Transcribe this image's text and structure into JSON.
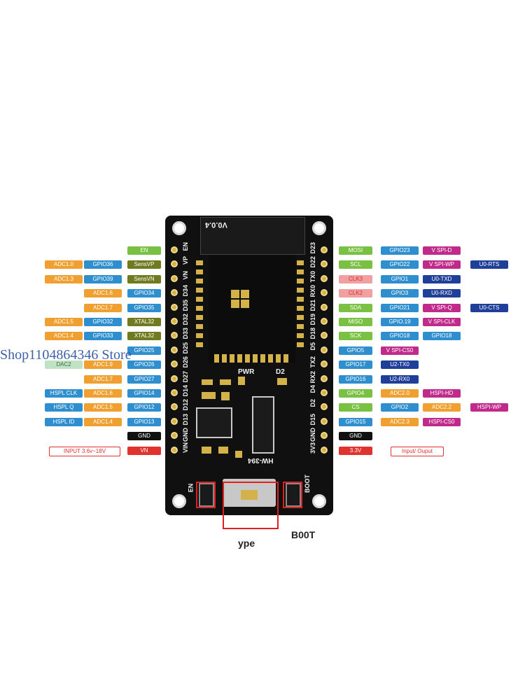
{
  "board": {
    "version": "V0.0.4",
    "model": "HW-394",
    "pwr_label": "PWR",
    "d2_label": "D2",
    "en_label": "EN",
    "boot_label": "BOOT",
    "left_pins": [
      "EN",
      "VP",
      "VN",
      "D34",
      "D35",
      "D32",
      "D33",
      "D25",
      "D26",
      "D27",
      "D14",
      "D12",
      "D13",
      "GND",
      "VIN"
    ],
    "right_pins": [
      "D23",
      "D22",
      "TX0",
      "RX0",
      "D21",
      "D19",
      "D18",
      "D5",
      "TX2",
      "RX2",
      "D4",
      "D2",
      "D15",
      "GND",
      "3V3"
    ]
  },
  "captions": {
    "usb": "ype",
    "boot": "B00T"
  },
  "watermark": "Shop1104864346 Store",
  "colors": {
    "green": "#7ac143",
    "blue": "#2f8fce",
    "orange": "#f0a030",
    "olive": "#6f7b1e",
    "red": "#e0322e",
    "pink": "#f0a0a0",
    "magenta": "#c02a8a",
    "navy": "#1f3f99",
    "mint": "#bfe3c4",
    "black": "#111111"
  },
  "left_labels": [
    {
      "row": 0,
      "cells": [
        {
          "col": 2,
          "text": "EN",
          "color": "green"
        }
      ]
    },
    {
      "row": 1,
      "cells": [
        {
          "col": 0,
          "text": "ADC1.0",
          "color": "orange"
        },
        {
          "col": 1,
          "text": "GPIO36",
          "color": "blue"
        },
        {
          "col": 2,
          "text": "SensVP",
          "color": "olive"
        }
      ]
    },
    {
      "row": 2,
      "cells": [
        {
          "col": 0,
          "text": "ADC1.3",
          "color": "orange"
        },
        {
          "col": 1,
          "text": "GPIO39",
          "color": "blue"
        },
        {
          "col": 2,
          "text": "SensVN",
          "color": "olive"
        }
      ]
    },
    {
      "row": 3,
      "cells": [
        {
          "col": 1,
          "text": "ADC1.6",
          "color": "orange"
        },
        {
          "col": 2,
          "text": "GPIO34",
          "color": "blue"
        }
      ]
    },
    {
      "row": 4,
      "cells": [
        {
          "col": 1,
          "text": "ADC1.7",
          "color": "orange"
        },
        {
          "col": 2,
          "text": "GPIO35",
          "color": "blue"
        }
      ]
    },
    {
      "row": 5,
      "cells": [
        {
          "col": 0,
          "text": "ADC1.5",
          "color": "orange"
        },
        {
          "col": 1,
          "text": "GPIO32",
          "color": "blue"
        },
        {
          "col": 2,
          "text": "XTAL32",
          "color": "olive"
        }
      ]
    },
    {
      "row": 6,
      "cells": [
        {
          "col": 0,
          "text": "ADC1.4",
          "color": "orange"
        },
        {
          "col": 1,
          "text": "GPIO33",
          "color": "blue"
        },
        {
          "col": 2,
          "text": "XTAL32",
          "color": "olive"
        }
      ]
    },
    {
      "row": 7,
      "cells": [
        {
          "col": 2,
          "text": "GPIO25",
          "color": "blue"
        }
      ]
    },
    {
      "row": 8,
      "cells": [
        {
          "col": 0,
          "text": "DAC2",
          "color": "mint"
        },
        {
          "col": 1,
          "text": "ADC1.9",
          "color": "orange"
        },
        {
          "col": 2,
          "text": "GPIO26",
          "color": "blue"
        }
      ]
    },
    {
      "row": 9,
      "cells": [
        {
          "col": 1,
          "text": "ADC1.7",
          "color": "orange"
        },
        {
          "col": 2,
          "text": "GPIO27",
          "color": "blue"
        }
      ]
    },
    {
      "row": 10,
      "cells": [
        {
          "col": 0,
          "text": "HSPL CLK",
          "color": "blue"
        },
        {
          "col": 1,
          "text": "ADC1.6",
          "color": "orange"
        },
        {
          "col": 2,
          "text": "GPIO14",
          "color": "blue"
        }
      ]
    },
    {
      "row": 11,
      "cells": [
        {
          "col": 0,
          "text": "HSPL Q",
          "color": "blue"
        },
        {
          "col": 1,
          "text": "ADC1.5",
          "color": "orange"
        },
        {
          "col": 2,
          "text": "GPIO12",
          "color": "blue"
        }
      ]
    },
    {
      "row": 12,
      "cells": [
        {
          "col": 0,
          "text": "HSPL ID",
          "color": "blue"
        },
        {
          "col": 1,
          "text": "ADC1.4",
          "color": "orange"
        },
        {
          "col": 2,
          "text": "GPIO13",
          "color": "blue"
        }
      ]
    },
    {
      "row": 13,
      "cells": [
        {
          "col": 2,
          "text": "GND",
          "color": "black"
        }
      ]
    },
    {
      "row": 14,
      "cells": [
        {
          "col": "wide",
          "text": "INPUT  3.6v~18V",
          "color": "red"
        },
        {
          "col": 2,
          "text": "VN",
          "color": "red"
        }
      ]
    }
  ],
  "right_labels": [
    {
      "row": 0,
      "cells": [
        {
          "col": 0,
          "text": "MOSI",
          "color": "green"
        },
        {
          "col": 1,
          "text": "GPIO23",
          "color": "blue"
        },
        {
          "col": 2,
          "text": "V SPI-D",
          "color": "magenta"
        }
      ]
    },
    {
      "row": 1,
      "cells": [
        {
          "col": 0,
          "text": "SCL",
          "color": "green"
        },
        {
          "col": 1,
          "text": "GPIO22",
          "color": "blue"
        },
        {
          "col": 2,
          "text": "V SPI-WP",
          "color": "magenta"
        },
        {
          "col": 3,
          "text": "U0-RTS",
          "color": "navy"
        }
      ]
    },
    {
      "row": 2,
      "cells": [
        {
          "col": 0,
          "text": "CLK3",
          "color": "pink"
        },
        {
          "col": 1,
          "text": "GPIO1",
          "color": "blue"
        },
        {
          "col": 2,
          "text": "U0-TXD",
          "color": "navy"
        }
      ]
    },
    {
      "row": 3,
      "cells": [
        {
          "col": 0,
          "text": "CLK2",
          "color": "pink"
        },
        {
          "col": 1,
          "text": "GPIO3",
          "color": "blue"
        },
        {
          "col": 2,
          "text": "U0-RXD",
          "color": "navy"
        }
      ]
    },
    {
      "row": 4,
      "cells": [
        {
          "col": 0,
          "text": "SDA",
          "color": "green"
        },
        {
          "col": 1,
          "text": "GPIO21",
          "color": "blue"
        },
        {
          "col": 2,
          "text": "V SPI-Q",
          "color": "magenta"
        },
        {
          "col": 3,
          "text": "U0-CTS",
          "color": "navy"
        }
      ]
    },
    {
      "row": 5,
      "cells": [
        {
          "col": 0,
          "text": "MISO",
          "color": "green"
        },
        {
          "col": 1,
          "text": "GPIO.19",
          "color": "blue"
        },
        {
          "col": 2,
          "text": "V SPI-CLK",
          "color": "magenta"
        }
      ]
    },
    {
      "row": 6,
      "cells": [
        {
          "col": 0,
          "text": "SCK",
          "color": "green"
        },
        {
          "col": 1,
          "text": "GPIO18",
          "color": "blue"
        },
        {
          "col": 2,
          "text": "GPIO18",
          "color": "blue"
        }
      ]
    },
    {
      "row": 7,
      "cells": [
        {
          "col": 0,
          "text": "GPIO5",
          "color": "blue"
        },
        {
          "col": 1,
          "text": "V SPI-CS0",
          "color": "magenta"
        }
      ]
    },
    {
      "row": 8,
      "cells": [
        {
          "col": 0,
          "text": "GPIO17",
          "color": "blue"
        },
        {
          "col": 1,
          "text": "U2-TX0",
          "color": "navy"
        }
      ]
    },
    {
      "row": 9,
      "cells": [
        {
          "col": 0,
          "text": "GPIO16",
          "color": "blue"
        },
        {
          "col": 1,
          "text": "U2-RX0",
          "color": "navy"
        }
      ]
    },
    {
      "row": 10,
      "cells": [
        {
          "col": 0,
          "text": "GPIO4",
          "color": "green"
        },
        {
          "col": 1,
          "text": "ADC2.0",
          "color": "orange"
        },
        {
          "col": 2,
          "text": "HSPI-HD",
          "color": "magenta"
        }
      ]
    },
    {
      "row": 11,
      "cells": [
        {
          "col": 0,
          "text": "CS",
          "color": "green"
        },
        {
          "col": 1,
          "text": "GPIO2",
          "color": "blue"
        },
        {
          "col": 2,
          "text": "ADC2.2",
          "color": "orange"
        },
        {
          "col": 3,
          "text": "HSPI-WP",
          "color": "magenta"
        }
      ]
    },
    {
      "row": 12,
      "cells": [
        {
          "col": 0,
          "text": "GPIO15",
          "color": "blue"
        },
        {
          "col": 1,
          "text": "ADC2.3",
          "color": "orange"
        },
        {
          "col": 2,
          "text": "HSPI-CS0",
          "color": "magenta"
        }
      ]
    },
    {
      "row": 13,
      "cells": [
        {
          "col": 0,
          "text": "GND",
          "color": "black"
        }
      ]
    },
    {
      "row": 14,
      "cells": [
        {
          "col": 0,
          "text": "3.3V",
          "color": "red"
        },
        {
          "col": "wide",
          "text": "Input/ Ouput",
          "color": "red"
        }
      ]
    }
  ]
}
